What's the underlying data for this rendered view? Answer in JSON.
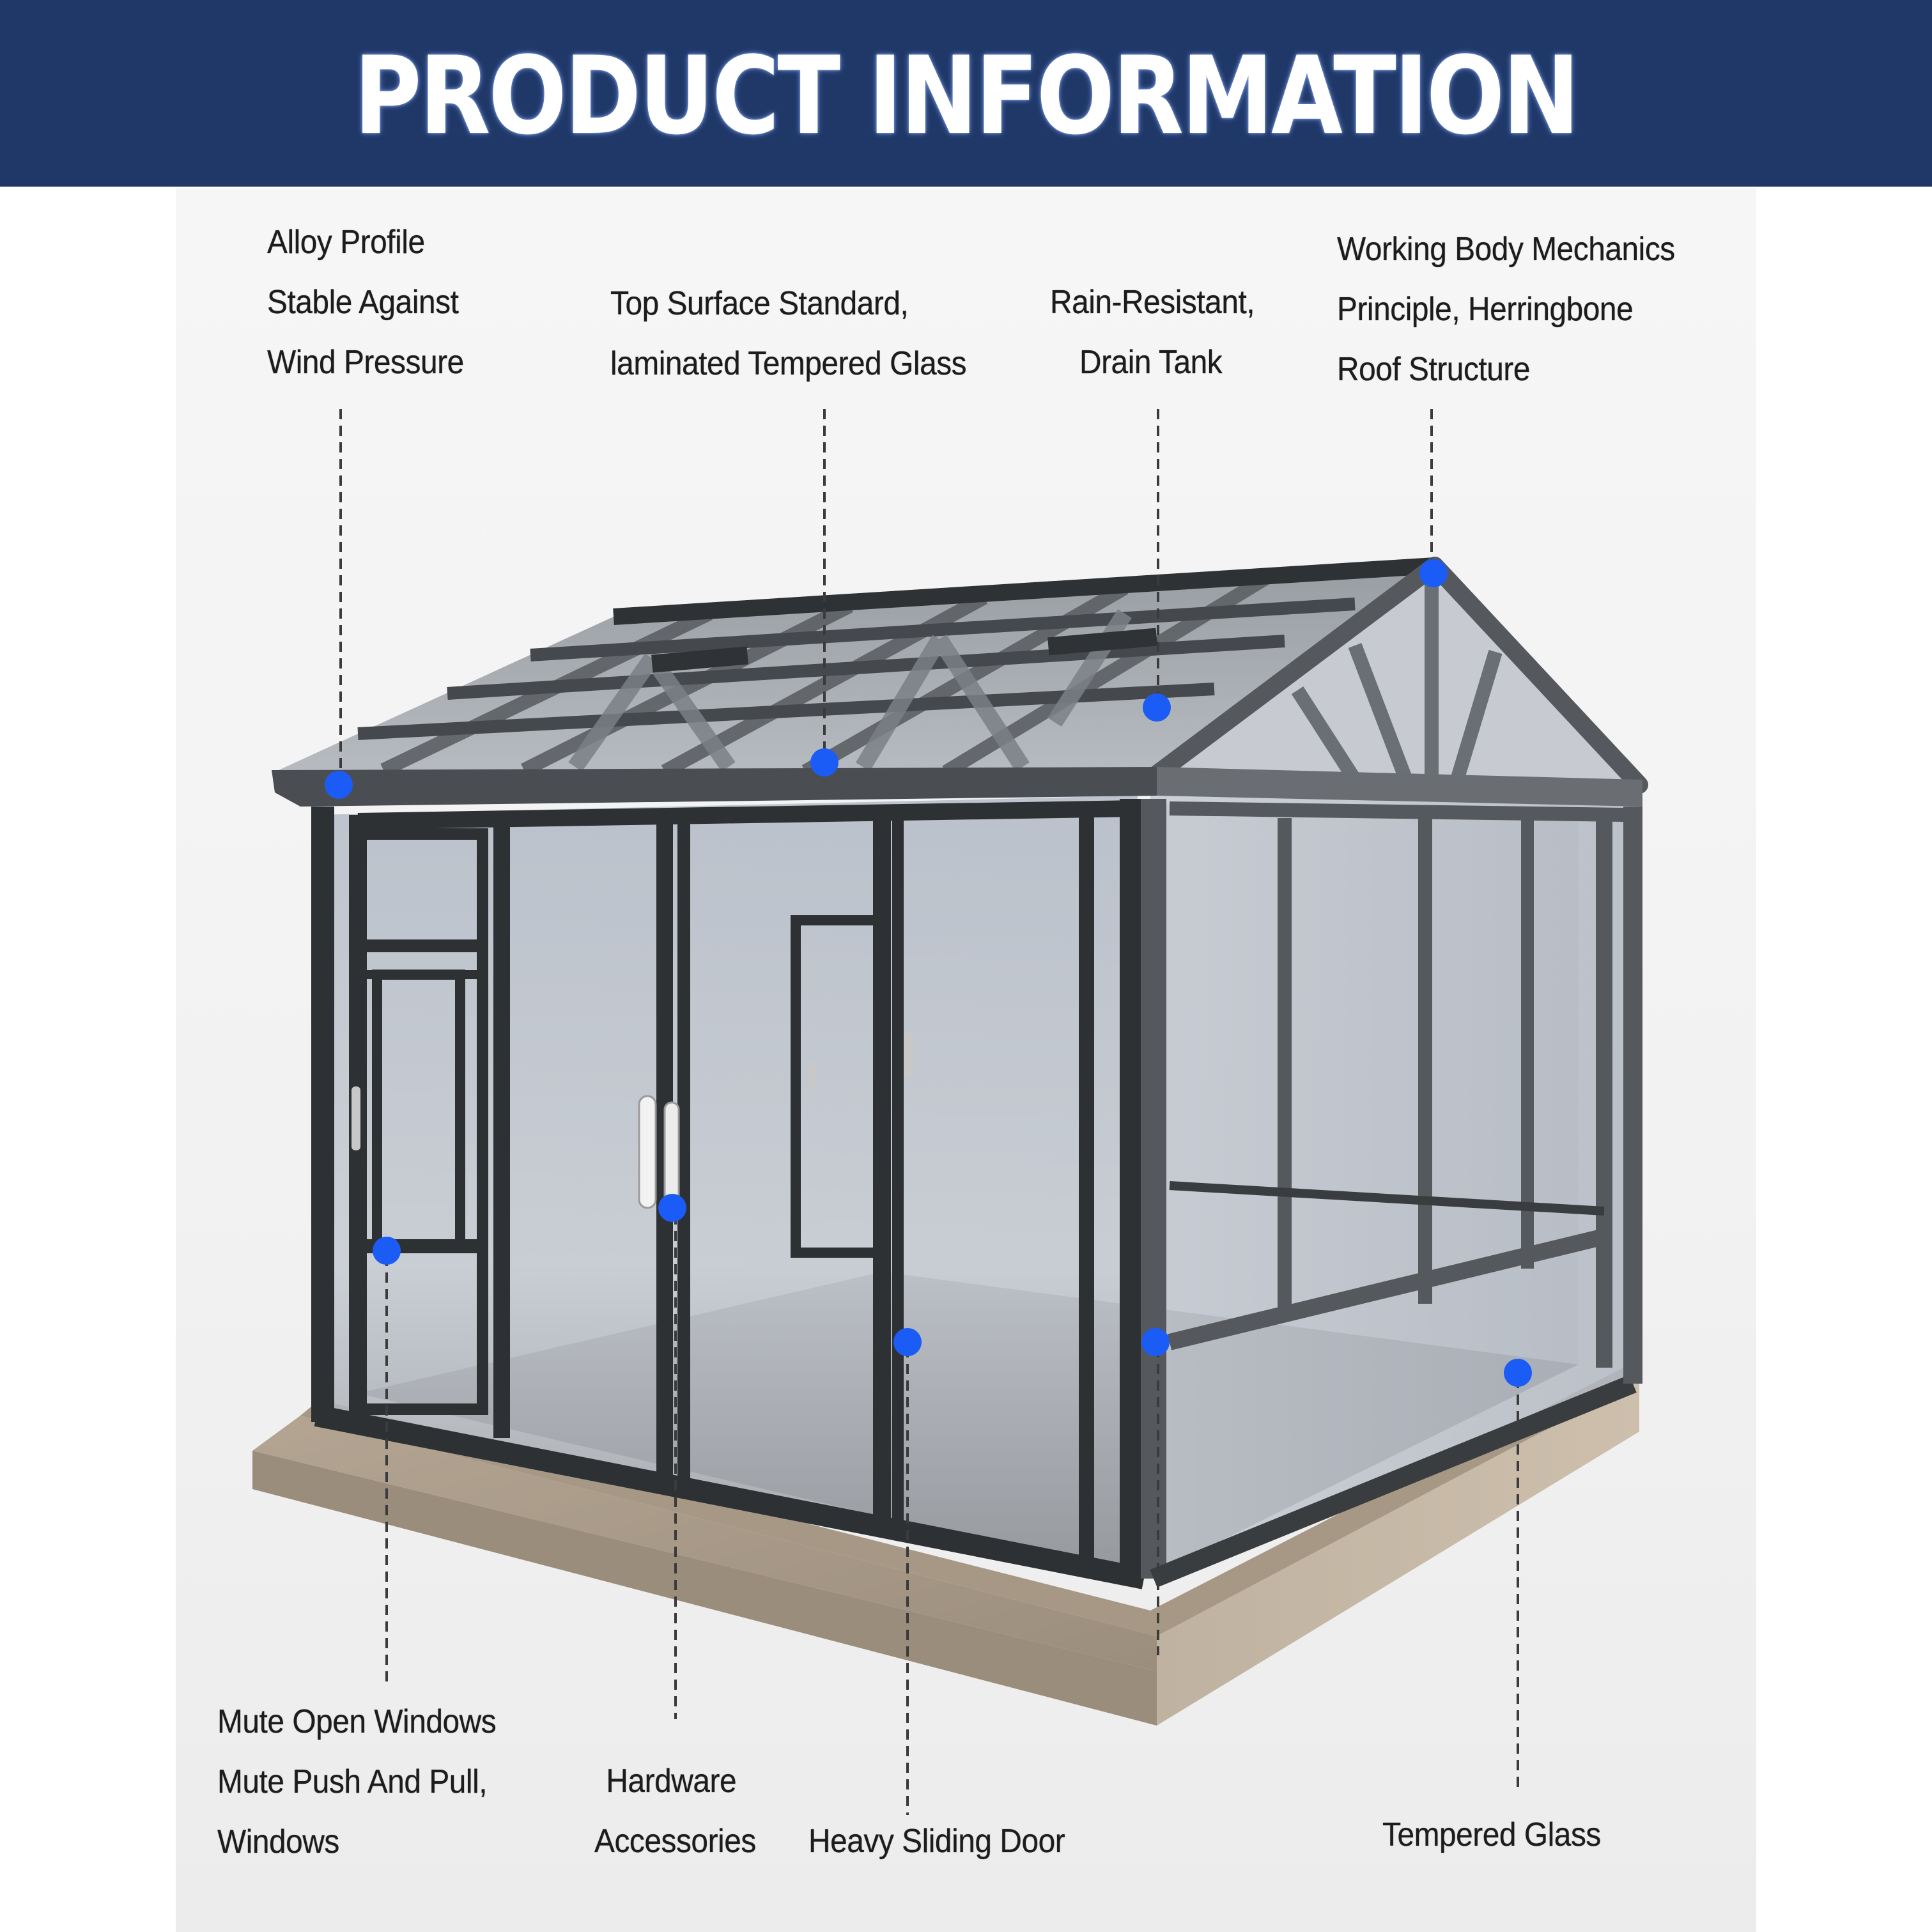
{
  "header": {
    "title": "PRODUCT INFORMATION"
  },
  "colors": {
    "header_bg": "#1f3868",
    "header_text": "#ffffff",
    "panel_bg": "#f3f3f3",
    "frame_dark": "#3a3d40",
    "frame_mid": "#55595c",
    "glass": "#b9c0c9",
    "base_wood": "#a99b89",
    "floor": "#6e6e6e",
    "marker_blue": "#1a5cf5"
  },
  "callouts_top": [
    {
      "id": "alloy-profile",
      "lines": [
        "Alloy Profile",
        "Stable Against",
        "Wind Pressure"
      ]
    },
    {
      "id": "top-surface",
      "lines": [
        "Top Surface Standard,",
        "laminated Tempered Glass"
      ]
    },
    {
      "id": "rain-resistant",
      "lines": [
        "Rain-Resistant,",
        "Drain Tank"
      ]
    },
    {
      "id": "roof-structure",
      "lines": [
        "Working Body Mechanics",
        "Principle, Herringbone",
        "Roof Structure"
      ]
    }
  ],
  "callouts_bottom": [
    {
      "id": "mute-windows",
      "lines": [
        "Mute Open Windows",
        "Mute Push And Pull,",
        "Windows"
      ]
    },
    {
      "id": "hardware",
      "lines": [
        "Hardware",
        "Accessories"
      ]
    },
    {
      "id": "sliding-door",
      "lines": [
        "Heavy Sliding Door"
      ]
    },
    {
      "id": "tempered-glass",
      "lines": [
        "Tempered Glass"
      ]
    }
  ]
}
